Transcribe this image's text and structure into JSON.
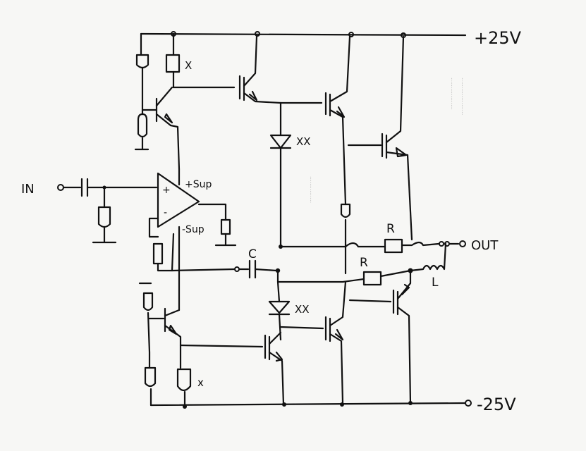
{
  "labels": {
    "pos_rail": "+25V",
    "neg_rail": "-25V",
    "input": "IN",
    "output": "OUT",
    "pos_supply": "+Sup",
    "neg_supply": "-Sup",
    "mark_x_top": "X",
    "mark_x_bottom": "x",
    "diode_top": "XX",
    "diode_bottom": "XX",
    "capacitor": "C",
    "resistor_upper": "R",
    "resistor_lower": "R",
    "inductor": "L",
    "opamp_plus": "+",
    "opamp_minus": "-"
  }
}
